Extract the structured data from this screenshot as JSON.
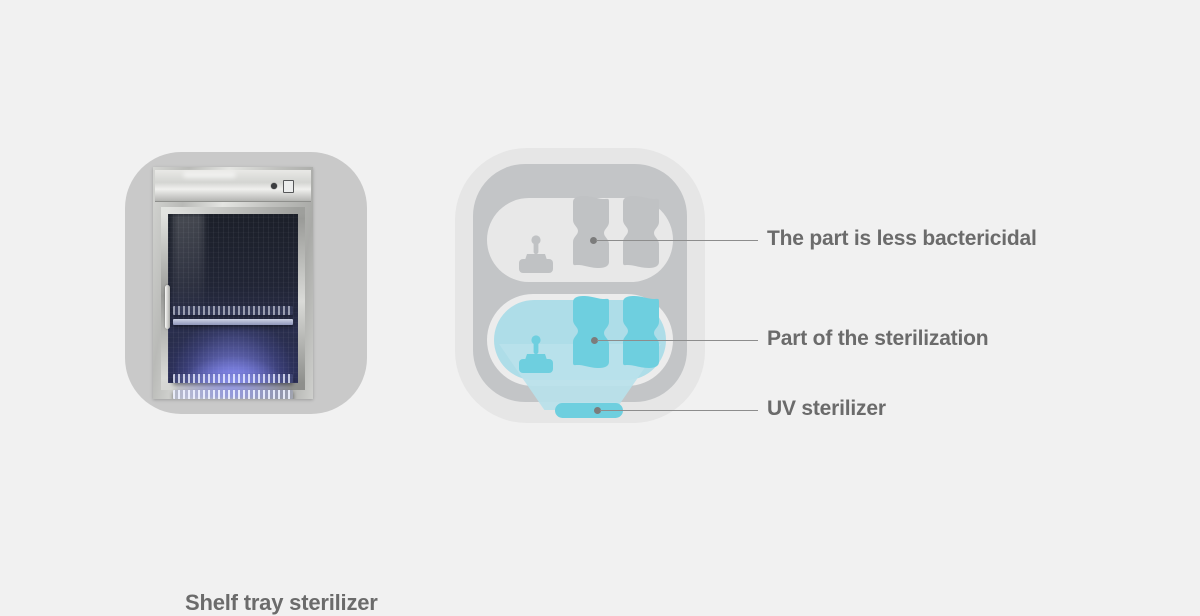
{
  "page": {
    "background_color": "#f1f1f1",
    "text_color": "#6b6b6b"
  },
  "photo_panel": {
    "caption": "Shelf tray sterilizer",
    "image_alt": "Stainless steel shelf tray UV sterilizer cabinet with glass door and violet UV light glow inside",
    "plate_color": "#c9c9c9"
  },
  "diagram": {
    "shell_color": "#c3c5c7",
    "halo_color": "#e6e6e6",
    "upper_compartment_color": "#e8e8e8",
    "lower_compartment_color": "#aedde8",
    "accent_color": "#6ecfdf",
    "object_grey": "#c0c2c4",
    "light_cone_color": "#b9e1ea",
    "objects": {
      "jar_top_left": "jar-icon",
      "jar_top_right": "jar-icon",
      "jar_bottom_left": "jar-icon",
      "jar_bottom_right": "jar-icon",
      "stamp_top": "stamp-icon",
      "stamp_bottom": "stamp-icon",
      "uv_lamp": "uv-lamp-bar"
    }
  },
  "callouts": [
    {
      "id": "less-bactericidal",
      "label": "The part is less bactericidal"
    },
    {
      "id": "part-of-sterilization",
      "label": "Part of the sterilization"
    },
    {
      "id": "uv-sterilizer",
      "label": "UV sterilizer"
    }
  ]
}
